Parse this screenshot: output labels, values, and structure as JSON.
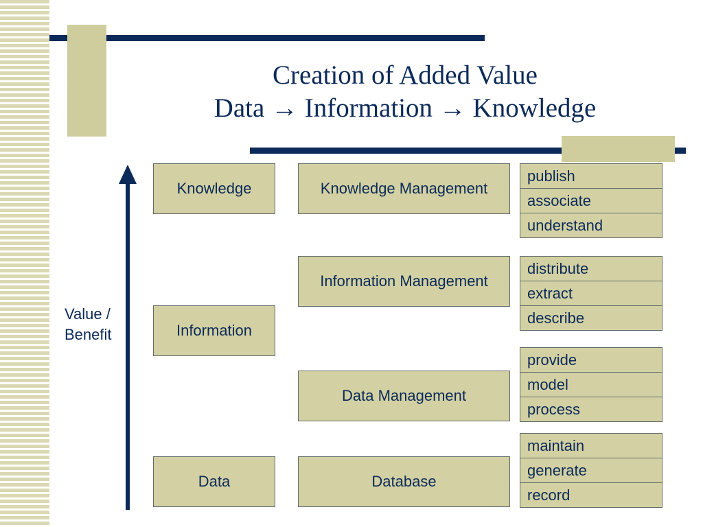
{
  "title": {
    "line1": "Creation of Added Value",
    "line2": "Data → Information → Knowledge"
  },
  "axis": {
    "label": "Value / Benefit"
  },
  "levels": [
    "Knowledge",
    "Information",
    "Data"
  ],
  "management": [
    "Knowledge Management",
    "Information Management",
    "Data Management",
    "Database"
  ],
  "activities": [
    [
      "publish",
      "associate",
      "understand"
    ],
    [
      "distribute",
      "extract",
      "describe"
    ],
    [
      "provide",
      "model",
      "process"
    ],
    [
      "maintain",
      "generate",
      "record"
    ]
  ],
  "colors": {
    "navy": "#0b2a59",
    "tan": "#d3d1a3"
  }
}
